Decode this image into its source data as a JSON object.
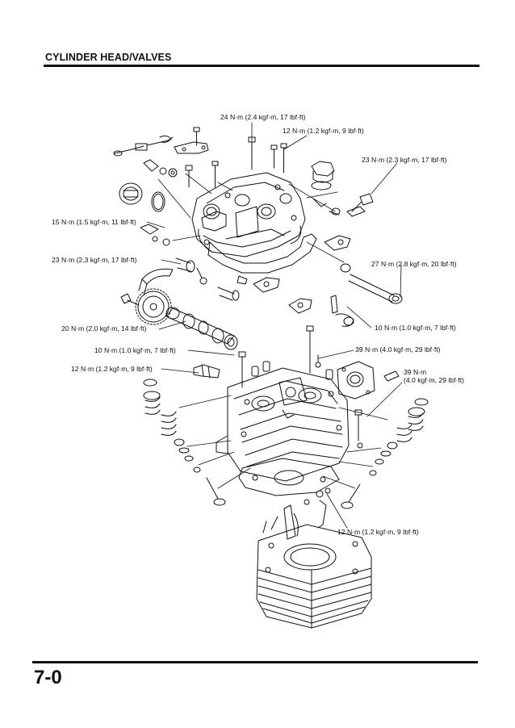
{
  "header": {
    "title": "CYLINDER HEAD/VALVES"
  },
  "footer": {
    "page_number": "7-0"
  },
  "torque_labels": {
    "t1": "24 N·m (2.4 kgf·m, 17 lbf·ft)",
    "t2": "12 N·m (1.2 kgf·m, 9 lbf·ft)",
    "t3": "23 N·m (2.3 kgf·m, 17 lbf·ft)",
    "t4": "15 N·m (1.5 kgf·m, 11 lbf·ft)",
    "t5": "23 N·m (2.3 kgf·m, 17 lbf·ft)",
    "t6": "27 N·m (2.8 kgf·m, 20 lbf·ft)",
    "t7": "20 N·m (2.0 kgf·m, 14 lbf·ft)",
    "t8": "10 N·m (1.0 kgf·m, 7 lbf·ft)",
    "t9": "10 N·m (1.0 kgf·m, 7 lbf·ft)",
    "t10": "39 N·m (4.0 kgf·m, 29 lbf·ft)",
    "t11": "12 N·m (1.2 kgf·m, 9 lbf·ft)",
    "t12_line1": "39 N·m",
    "t12_line2": "(4.0 kgf·m, 29 lbf·ft)",
    "t13": "12 N·m (1.2 kgf·m, 9 lbf·ft)"
  }
}
